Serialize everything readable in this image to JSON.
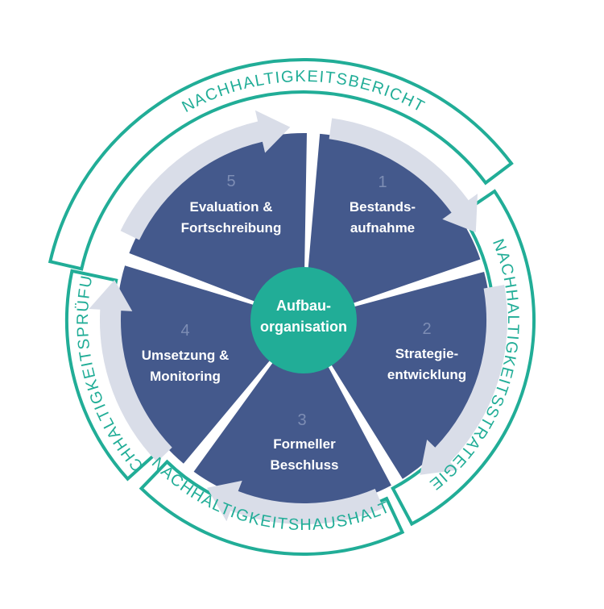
{
  "diagram": {
    "center": {
      "lines": [
        "Aufbau-",
        "organisation"
      ],
      "color": "#21ad97"
    },
    "segments": [
      {
        "number": "1",
        "lines": [
          "Bestands-",
          "aufnahme"
        ]
      },
      {
        "number": "2",
        "lines": [
          "Strategie-",
          "entwicklung"
        ]
      },
      {
        "number": "3",
        "lines": [
          "Formeller",
          "Beschluss"
        ]
      },
      {
        "number": "4",
        "lines": [
          "Umsetzung &",
          "Monitoring"
        ]
      },
      {
        "number": "5",
        "lines": [
          "Evaluation &",
          "Fortschreibung"
        ]
      }
    ],
    "outer_labels": [
      {
        "text": "NACHHALTIGKEITSBERICHT"
      },
      {
        "text": "NACHHALTIGKEITSSTRATEGIE"
      },
      {
        "text": "NACHHALTIGKEITSHAUSHALT"
      },
      {
        "text": "NACHHALTIGKEITSPRÜFUNG"
      }
    ],
    "colors": {
      "segment_fill": "#44598c",
      "segment_number": "#7d8db4",
      "arrow": "#d9dde8",
      "outer_stroke": "#21ad97",
      "outer_text": "#21ad97",
      "text_light": "#ffffff"
    }
  }
}
